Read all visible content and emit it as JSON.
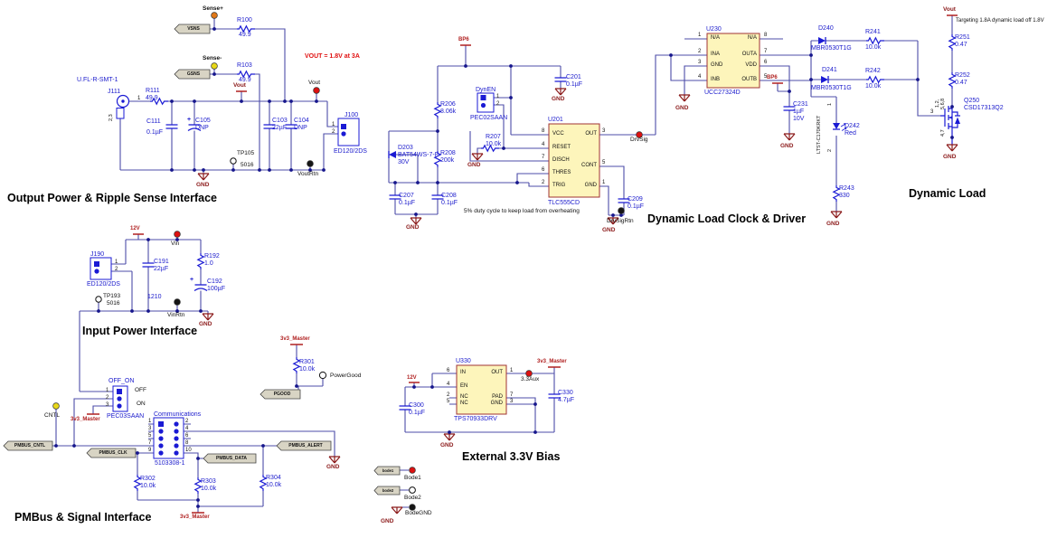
{
  "colors": {
    "wire": "#4d4da8",
    "component": "#1a1ad4",
    "ic_fill": "#fdf5bb",
    "ic_border": "#a03333",
    "gnd_red": "#8b1a1a",
    "power_red": "#b02020",
    "flag_fill": "#d8d4c4",
    "note_red": "#e01010",
    "dot_red": "#dd1111",
    "dot_orange": "#e07818",
    "dot_yellow": "#e8d818"
  },
  "out": {
    "title": "Output Power  & Ripple Sense Interface",
    "note": "VOUT = 1.8V at 3A",
    "vsns": "VSNS",
    "gsns": "GSNS",
    "sense_p": "Sense+",
    "sense_m": "Sense-",
    "r100": "R100",
    "r100v": "49.9",
    "r103": "R103",
    "r103v": "49.9",
    "ufl": "U.FL-R-SMT-1",
    "j111": "J111",
    "j111p1": "1",
    "j111p23": "2,3",
    "r111": "R111",
    "r111v": "49.9",
    "c111": "C111",
    "c111v": "0.1µF",
    "c105": "C105",
    "c105v": "DNP",
    "plus": "+",
    "vflag": "Vout",
    "c103": "C103",
    "c103v": "22µF",
    "c104": "C104",
    "c104v": "DNP",
    "vdot": "Vout",
    "j100": "J100",
    "j100p1": "1",
    "j100p2": "2",
    "j100pn": "ED120/2DS",
    "tp105": "TP105",
    "tp105v": "5016",
    "voutrtn": "VoutRtn",
    "gnd": "GND"
  },
  "clk": {
    "title": "Dynamic Load Clock & Driver",
    "bp6": "BP6",
    "r206": "R206",
    "r206v": "8.06k",
    "r208": "R208",
    "r208v": "200k",
    "d203": "D203",
    "d203p": "BAT54WS-7-F",
    "d203v": "30V",
    "dynen": "DynEN",
    "dynenp": "PEC02SAAN",
    "p1": "1",
    "p2": "2",
    "c201": "C201",
    "c201v": "0.1µF",
    "r207": "R207",
    "r207v": "10.0k",
    "u201": "U201",
    "u201p": "TLC555CD",
    "vcc": "VCC",
    "reset": "RESET",
    "disch": "DISCH",
    "thres": "THRES",
    "trig": "TRIG",
    "out": "OUT",
    "cont": "CONT",
    "gndpin": "GND",
    "n8": "8",
    "n4": "4",
    "n7": "7",
    "n6": "6",
    "n2": "2",
    "n3": "3",
    "n5": "5",
    "n1": "1",
    "c207": "C207",
    "c207v": "0.1µF",
    "c208": "C208",
    "c208v": "0.1µF",
    "c209": "C209",
    "c209v": "0.1µF",
    "drvsig": "DrvSig",
    "drvsigrtn": "DrvSigRtn",
    "note": "5% duty cycle to keep load from overheating",
    "gnd": "GND"
  },
  "drv": {
    "u230": "U230",
    "u230p": "UCC27324D",
    "na": "N/A",
    "ina": "INA",
    "gndpin": "GND",
    "inb": "INB",
    "outa": "OUTA",
    "vdd": "VDD",
    "outb": "OUTB",
    "n1": "1",
    "n2": "2",
    "n3": "3",
    "n4": "4",
    "n5": "5",
    "n6": "6",
    "n7": "7",
    "n8": "8",
    "bp6": "BP6",
    "c231": "C231",
    "c231v": "1µF",
    "c231r": "10V",
    "d240": "D240",
    "d240p": "MBR0530T1G",
    "d241": "D241",
    "d241p": "MBR0530T1G",
    "r241": "R241",
    "r241v": "10.0k",
    "r242": "R242",
    "r242v": "10.0k",
    "d242": "D242",
    "d242v": "Red",
    "ltst": "LTST-C170KRKT",
    "led1": "1",
    "led2": "2",
    "r243": "R243",
    "r243v": "330",
    "gnd": "GND"
  },
  "load": {
    "title": "Dynamic Load",
    "vout": "Vout",
    "note": "Targeting 1.8A dynamic load off 1.8V",
    "r251": "R251",
    "r251v": "0.47",
    "r252": "R252",
    "r252v": "0.47",
    "q250": "Q250",
    "q250p": "CSD17313Q2",
    "pt1": "1,2,",
    "pt2": "5,6,8",
    "pb": "4,7",
    "gpin": "3",
    "gnd": "GND"
  },
  "inp": {
    "title": "Input Power Interface",
    "v12": "12V",
    "vin": "Vin",
    "j190": "J190",
    "p1": "1",
    "p2": "2",
    "j190p": "ED120/2DS",
    "c191": "C191",
    "c191v": "22µF",
    "fp": "1210",
    "r192": "R192",
    "r192v": "1.0",
    "c192": "C192",
    "c192v": "100µF",
    "plus": "+",
    "tp193": "TP193",
    "tp193v": "5016",
    "vinrtn": "VinRtn",
    "gnd": "GND"
  },
  "pmb": {
    "title": "PMBus & Signal Interface",
    "offon": "OFF_ON",
    "off": "OFF",
    "on": "ON",
    "pec": "PEC03SAAN",
    "p1": "1",
    "p2": "2",
    "p3": "3",
    "m3v3a": "3v3_Master",
    "m3v3b": "3v3_Master",
    "cntl": "CNTL",
    "comm": "Communications",
    "commp": "5103308-1",
    "c1": "1",
    "c2": "2",
    "c3": "3",
    "c4": "4",
    "c5": "5",
    "c6": "6",
    "c7": "7",
    "c8": "8",
    "c9": "9",
    "c10": "10",
    "f_cntl": "PMBUS_CNTL",
    "f_clk": "PMBUS_CLK",
    "f_data": "PMBUS_DATA",
    "f_alert": "PMBUS_ALERT",
    "r302": "R302",
    "r302v": "10.0k",
    "r303": "R303",
    "r303v": "10.0k",
    "r304": "R304",
    "r304v": "10.0k",
    "gnd": "GND"
  },
  "pg": {
    "m3v3": "3v3_Master",
    "r301": "R301",
    "r301v": "10.0k",
    "f_pgood": "PGOOD",
    "powergood": "PowerGood"
  },
  "ext": {
    "title": "External 3.3V Bias",
    "v12": "12V",
    "u330": "U330",
    "u330p": "TPS70933DRV",
    "pin_in": "IN",
    "pin_en": "EN",
    "pin_nc": "NC",
    "pin_out": "OUT",
    "pin_pad": "PAD",
    "pin_gnd": "GND",
    "n6": "6",
    "n4": "4",
    "n2": "2",
    "n5": "5",
    "n1": "1",
    "n7": "7",
    "n3": "3",
    "c300": "C300",
    "c300v": "0.1µF",
    "aux": "3.3Aux",
    "m3v3": "3v3_Master",
    "c330": "C330",
    "c330v": "4.7µF",
    "gnd": "GND"
  },
  "bode": {
    "f1": "bode1",
    "f2": "bode2",
    "b1": "Bode1",
    "b2": "Bode2",
    "bgnd": "BodeGND",
    "gnd": "GND"
  }
}
